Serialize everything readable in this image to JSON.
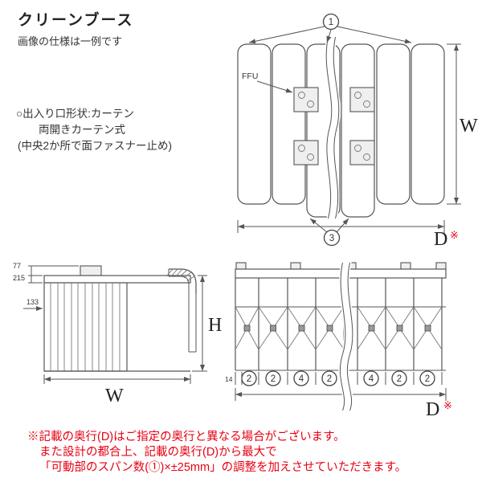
{
  "page": {
    "background": "#ffffff",
    "accent_red": "#e60012",
    "line_color": "#555555"
  },
  "header": {
    "title": "クリーンブース",
    "subtitle": "画像の仕様は一例です"
  },
  "entrance_note": {
    "line1": "○出入り口形状:カーテン",
    "line2": "両開きカーテン式",
    "line3": "(中央2か所で面ファスナー止め)"
  },
  "top_view": {
    "ffu_label": "FFU",
    "marker_top": "1",
    "marker_bottom": "3",
    "width_label": "W",
    "depth_label": "D",
    "ref_mark": "※"
  },
  "side_view": {
    "dim_roof": "77",
    "dim_frame": "215",
    "dim_offset": "133",
    "height_label": "H",
    "width_label": "W"
  },
  "front_view": {
    "dim_edge": "14",
    "span_markers": [
      "2",
      "2",
      "4",
      "2",
      "4",
      "2",
      "2"
    ],
    "depth_label": "D",
    "ref_mark": "※"
  },
  "footnote": {
    "line1": "※記載の奥行(D)はご指定の奥行と異なる場合がございます。",
    "line2": "また設計の都合上、記載の奥行(D)から最大で",
    "line3": "「可動部のスパン数(①)×±25mm」の調整を加えさせていただきます。"
  }
}
